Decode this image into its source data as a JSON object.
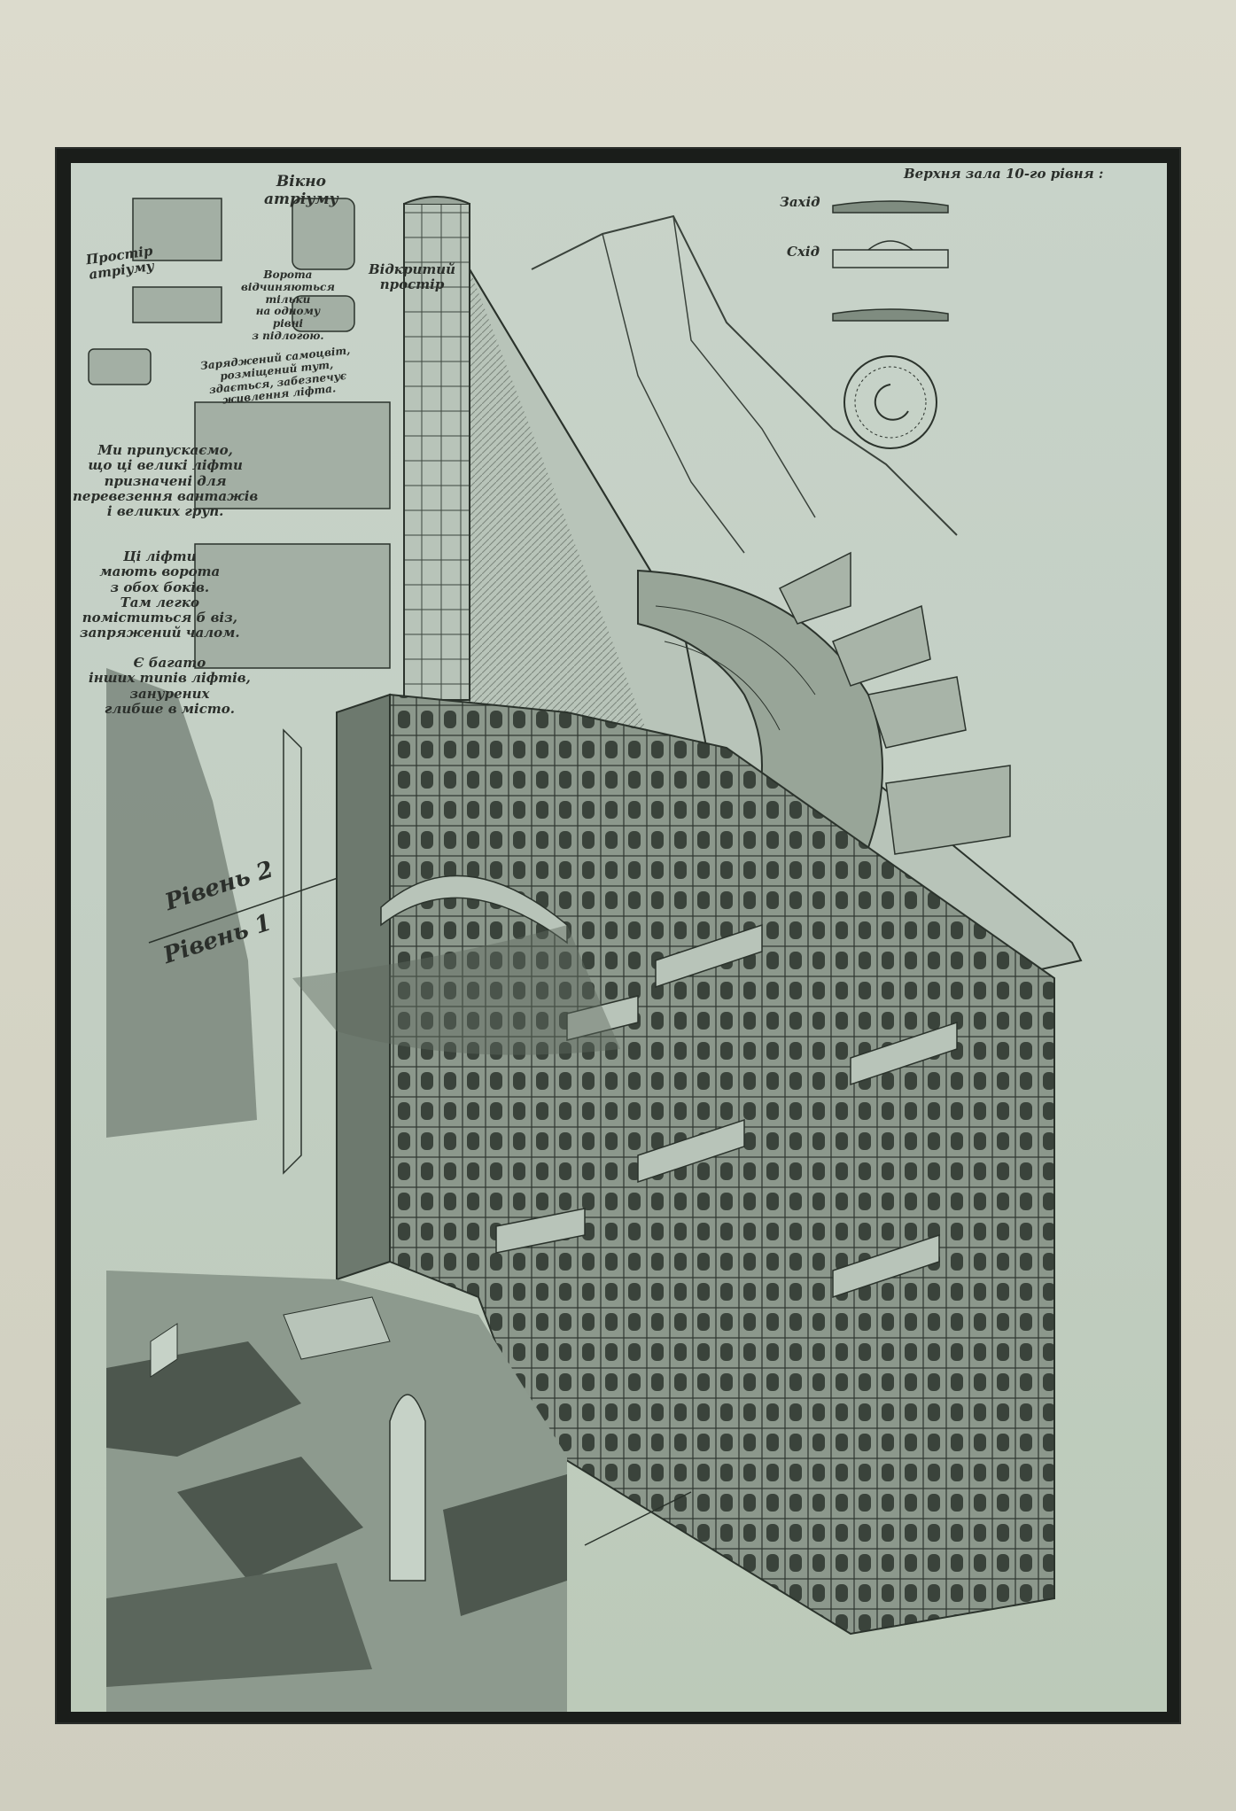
{
  "notes": {
    "atrium_window": "Вікно\nатріуму",
    "atrium_space": "Простір\nатріуму",
    "gates_open": "Ворота\nвідчиняються\nтільки\nна одному\nрівні\nз підлогою.",
    "open_space": "Відкритий\nпростір",
    "charged_gem": "Заряджений самоцвіт,\nрозміщений тут,\nздається, забезпечує\nживлення ліфта.",
    "big_lifts": "Ми припускаємо,\nщо ці великі ліфти\nпризначені для\nперевезення вантажів\nі великих груп.",
    "gates_both": "Ці ліфти\nмають ворота\nз обох боків.\nТам легко\nпоміститься б віз,\nзапряжений чалом.",
    "other_lifts": "Є багато\nінших типів ліфтів,\nзанурених\nглибше в місто."
  },
  "hall": {
    "title": "Верхня зала 10-го рівня :",
    "west": "Захід",
    "east": "Схід"
  },
  "levels": {
    "level2": "Рівень 2",
    "level1": "Рівень 1"
  },
  "colors": {
    "page": "#d7d6c8",
    "frame": "#1a1d1a",
    "paper": "#c6d2c7",
    "ink": "#2b2f2b",
    "shadow": "#5f6a60"
  }
}
